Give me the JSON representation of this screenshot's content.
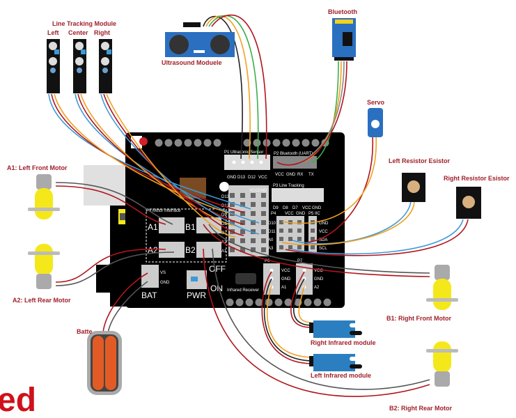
{
  "labels": {
    "line_tracking_title": "Line Tracking Module",
    "line_left": "Left",
    "line_center": "Center",
    "line_right": "Right",
    "ultrasound": "Ultrasound Moduele",
    "bluetooth": "Bluetooth",
    "servo": "Servo",
    "left_resistor": "Left Resistor Esistor",
    "right_resistor": "Right Resistor Esistor",
    "a1_motor": "A1: Left Front Motor",
    "a2_motor": "A2: Left Rear Motor",
    "b1_motor": "B1: Right Front Motor",
    "b2_motor": "B2: Right Rear Motor",
    "battery": "Batte",
    "right_ir": "Right Infrared module",
    "left_ir": "Left Infrared module",
    "partial_title": "ed"
  },
  "board": {
    "p1": "P1 Ultrasonic Sensor",
    "p1_pins": [
      "GND",
      "D13",
      "D12",
      "VCC"
    ],
    "p2": "P2 Bluetooth (UART)",
    "p2_pins": [
      "VCC",
      "GND",
      "RX",
      "TX"
    ],
    "p3": "P3 Line Tracking",
    "p3_pins": [
      "D9",
      "D8",
      "D7",
      "VCC",
      "GND"
    ],
    "grid_header": [
      "VCC",
      "GND"
    ],
    "grid_rows": [
      "D13",
      "D12",
      "D9",
      "D8",
      "D7",
      "A2",
      "A1"
    ],
    "p4": "P4",
    "p4_header": [
      "VCC",
      "GND"
    ],
    "p4_rows": [
      "D10",
      "D11",
      "A0",
      "A3"
    ],
    "p5": "P5 IIC",
    "p5_rows": [
      "GND",
      "VCC",
      "SDA",
      "SCL"
    ],
    "p8": "P8 Motor Interface",
    "a1": "A1",
    "b1": "B1",
    "a2": "A2",
    "b2": "B2",
    "bat": "BAT",
    "bat_vs": "VS",
    "bat_gnd": "GND",
    "pwr": "PWR",
    "off": "OFF",
    "on": "ON",
    "ir_receiver": "Infrared Receiver",
    "p6": "P6",
    "p6_pins": [
      "VCC",
      "GND",
      "A1"
    ],
    "p7": "P7",
    "p7_pins": [
      "VCC",
      "GND",
      "A2"
    ]
  },
  "colors": {
    "label": "#a0202a",
    "board": "#000000",
    "wire_red": "#b0141c",
    "wire_orange": "#f0a020",
    "wire_blue": "#3c9ad8",
    "wire_green": "#3cae4a",
    "wire_black": "#222222",
    "motor_yellow": "#f5e81a",
    "battery_orange": "#e25b24"
  }
}
